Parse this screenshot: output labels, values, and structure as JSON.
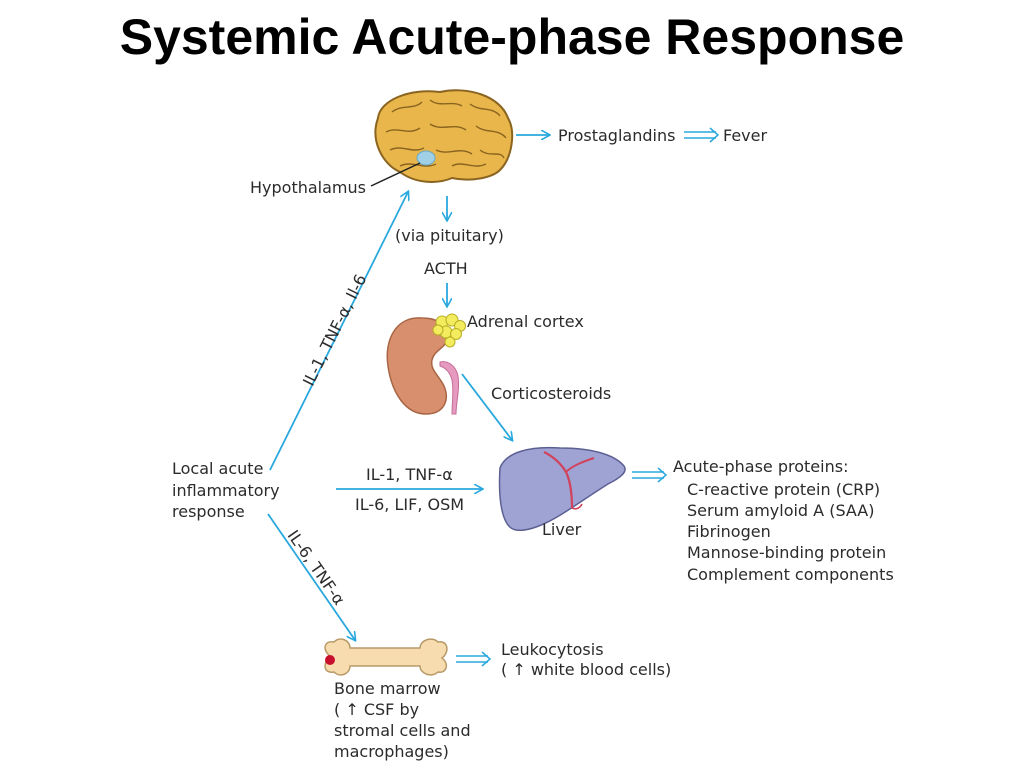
{
  "title": "Systemic Acute-phase Response",
  "labels": {
    "prostaglandins": "Prostaglandins",
    "fever": "Fever",
    "hypothalamus": "Hypothalamus",
    "via_pituitary": "(via pituitary)",
    "acth": "ACTH",
    "adrenal_cortex": "Adrenal cortex",
    "corticosteroids": "Corticosteroids",
    "il1_tnf_il6_diag": "IL-1, TNF-α, Il-6",
    "local_response": [
      "Local acute",
      "inflammatory",
      "response"
    ],
    "il1_tnf": "IL-1, TNF-α",
    "il6_lif_osm": "IL-6, LIF, OSM",
    "liver": "Liver",
    "acute_phase_proteins": "Acute-phase proteins:",
    "proteins": [
      "C-reactive protein (CRP)",
      "Serum amyloid A (SAA)",
      "Fibrinogen",
      "Mannose-binding protein",
      "Complement components"
    ],
    "il6_tnf_diag": "IL-6, TNF-α",
    "leukocytosis": [
      "Leukocytosis",
      "( ↑ white blood cells)"
    ],
    "bone_marrow": [
      "Bone marrow",
      "( ↑ CSF by",
      "stromal cells and",
      "macrophages)"
    ]
  },
  "colors": {
    "arrow": "#29a8de",
    "brain": "#e8b64a",
    "brain_outline": "#8a6420",
    "hypothalamus": "#9fd0e6",
    "kidney": "#d88f6e",
    "adrenal": "#f2ec5e",
    "ureter": "#e79ac0",
    "liver": "#9fa3d4",
    "liver_vessel": "#d0435c",
    "bone": "#f6dcae",
    "marrow": "#c8102e"
  }
}
